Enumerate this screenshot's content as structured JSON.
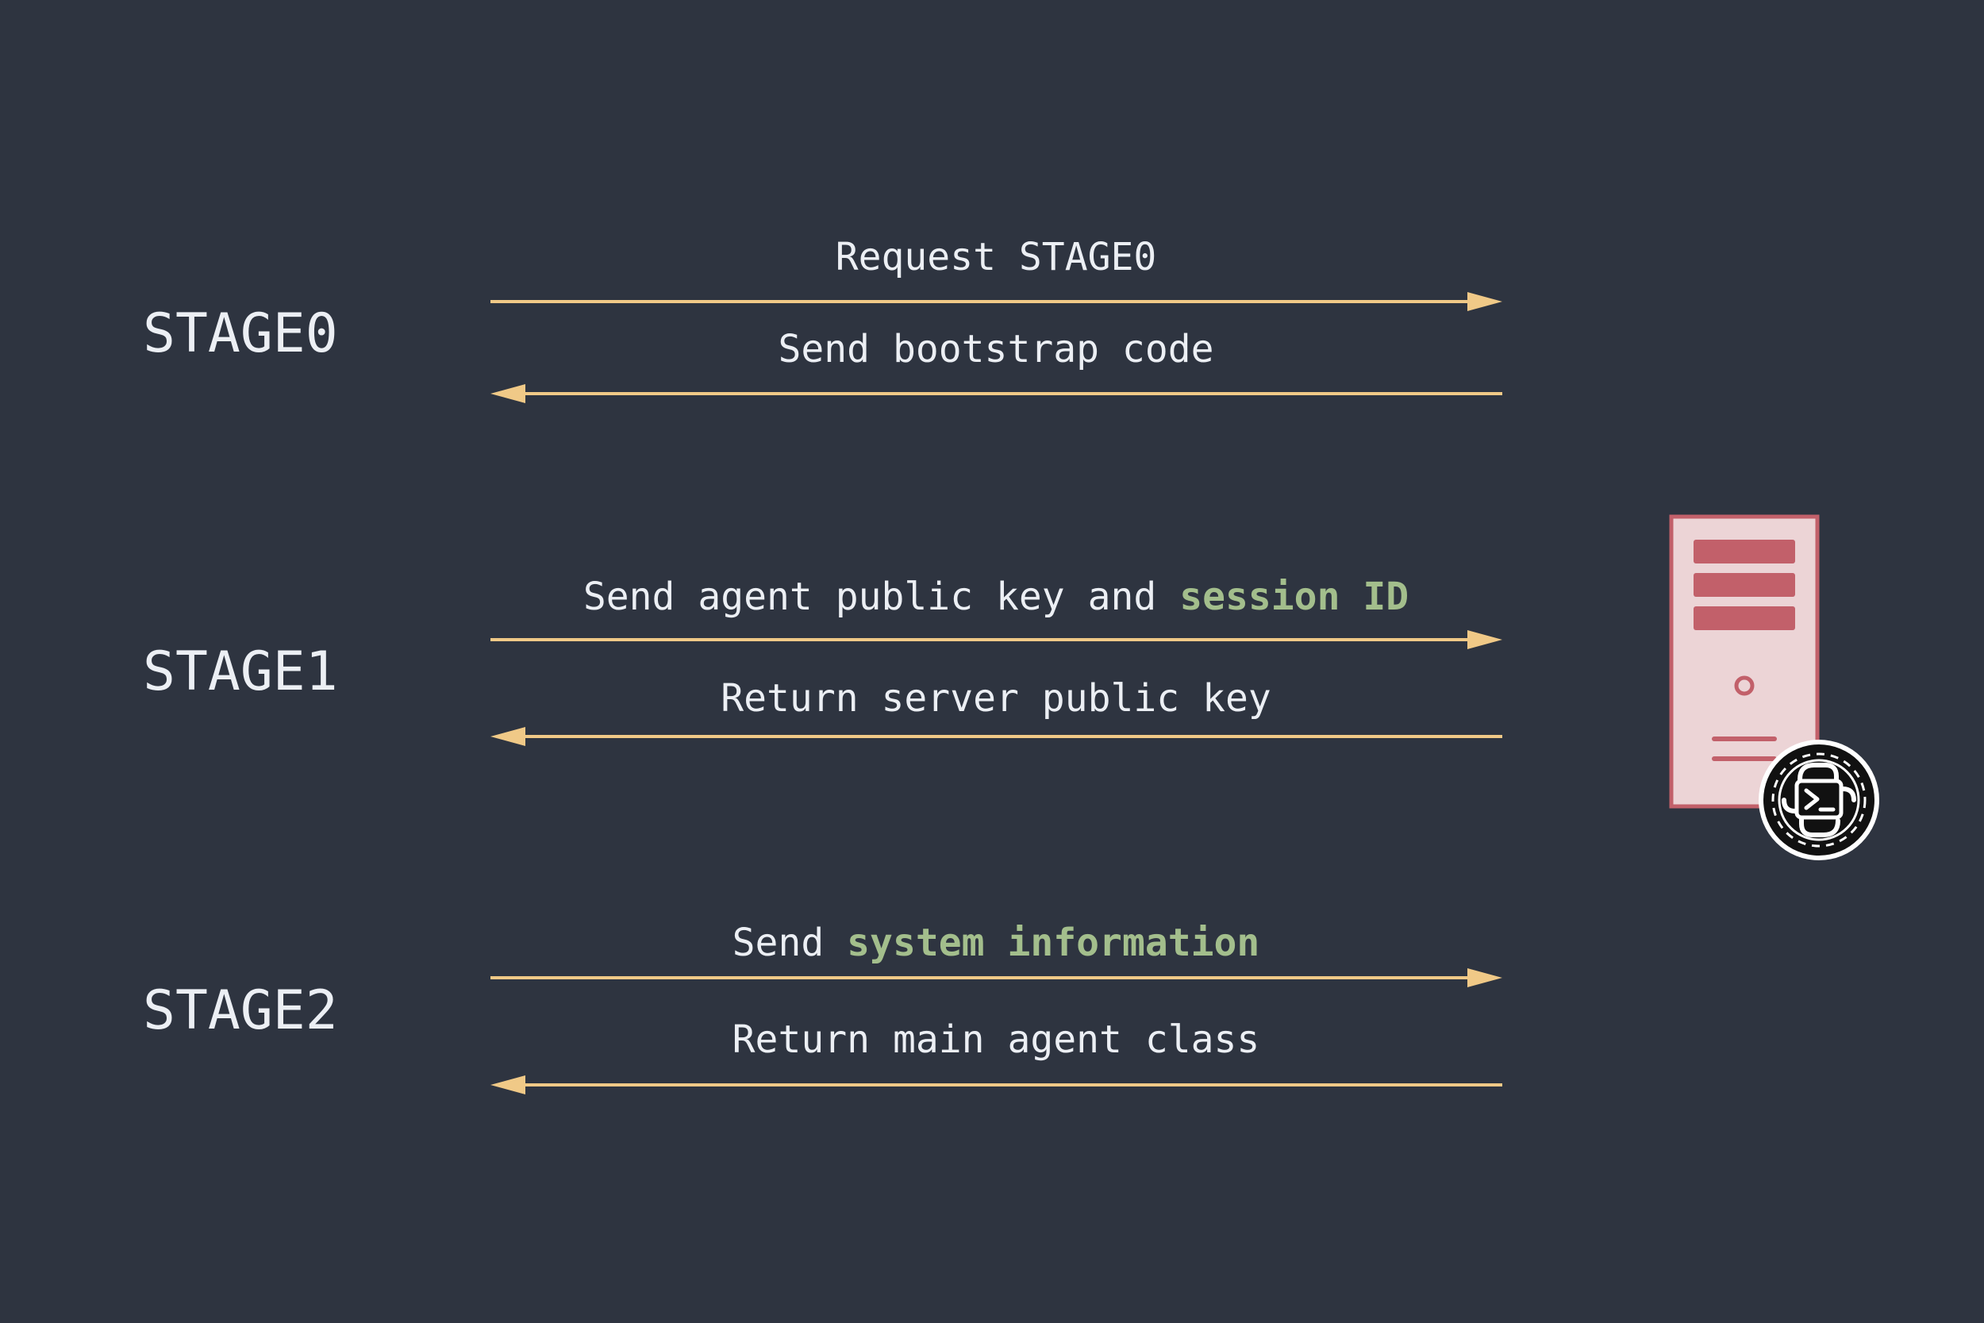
{
  "colors": {
    "background": "#2e3440",
    "text": "#eceff4",
    "arrow": "#f0c987",
    "highlight": "#a3be8c",
    "server_fill": "#ecd4d6",
    "server_accent": "#c2606a",
    "badge_dark": "#111111",
    "badge_light": "#ffffff"
  },
  "stages": [
    {
      "label": "STAGE0",
      "request": {
        "parts": [
          {
            "text": "Request STAGE0",
            "highlight": false
          }
        ]
      },
      "response": {
        "parts": [
          {
            "text": "Send bootstrap code",
            "highlight": false
          }
        ]
      }
    },
    {
      "label": "STAGE1",
      "request": {
        "parts": [
          {
            "text": "Send agent public key and ",
            "highlight": false
          },
          {
            "text": "session ID",
            "highlight": true
          }
        ]
      },
      "response": {
        "parts": [
          {
            "text": "Return server public key",
            "highlight": false
          }
        ]
      }
    },
    {
      "label": "STAGE2",
      "request": {
        "parts": [
          {
            "text": "Send ",
            "highlight": false
          },
          {
            "text": "system information",
            "highlight": true
          }
        ]
      },
      "response": {
        "parts": [
          {
            "text": "Return main agent class",
            "highlight": false
          }
        ]
      }
    }
  ],
  "icons": {
    "server": "server-tower-icon",
    "badge": "python-terminal-badge-icon"
  }
}
